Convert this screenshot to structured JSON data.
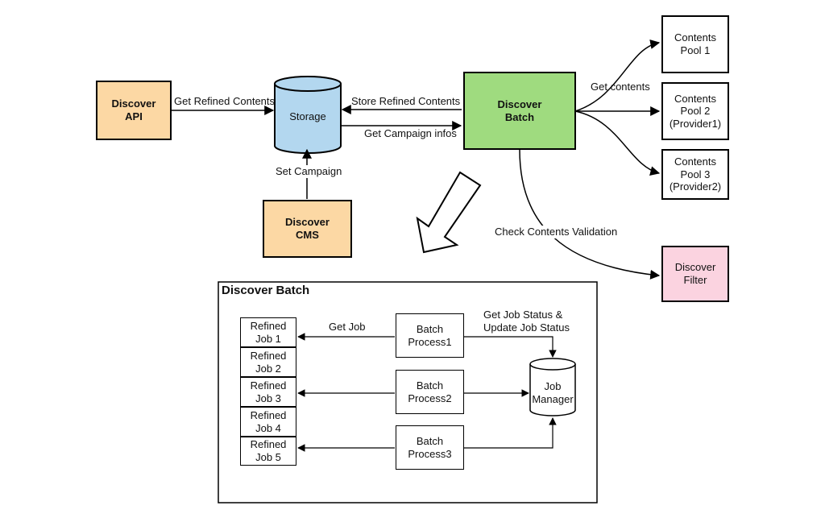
{
  "colors": {
    "api_fill": "#fcd8a4",
    "cms_fill": "#fcd8a4",
    "batch_fill": "#9fdb7f",
    "filter_fill": "#fbd3e0",
    "storage_fill": "#b3d7ef",
    "stroke": "#000000"
  },
  "nodes": {
    "discover_api": "Discover\nAPI",
    "storage": "Storage",
    "discover_batch": "Discover\nBatch",
    "discover_cms": "Discover\nCMS",
    "discover_filter": "Discover\nFilter",
    "pool1": "Contents\nPool 1",
    "pool2": "Contents\nPool 2\n(Provider1)",
    "pool3": "Contents\nPool 3\n(Provider2)"
  },
  "edges": {
    "get_refined_contents": "Get Refined Contents",
    "store_refined_contents": "Store Refined Contents",
    "get_campaign_infos": "Get Campaign infos",
    "set_campaign": "Set Campaign",
    "get_contents": "Get contents",
    "check_contents_validation": "Check Contents Validation"
  },
  "detail": {
    "title": "Discover Batch",
    "jobs": [
      "Refined\nJob 1",
      "Refined\nJob 2",
      "Refined\nJob 3",
      "Refined\nJob 4",
      "Refined\nJob 5"
    ],
    "processes": [
      "Batch\nProcess1",
      "Batch\nProcess2",
      "Batch\nProcess3"
    ],
    "job_manager": "Job\nManager",
    "get_job": "Get Job",
    "job_status": "Get Job Status &\nUpdate Job Status"
  }
}
